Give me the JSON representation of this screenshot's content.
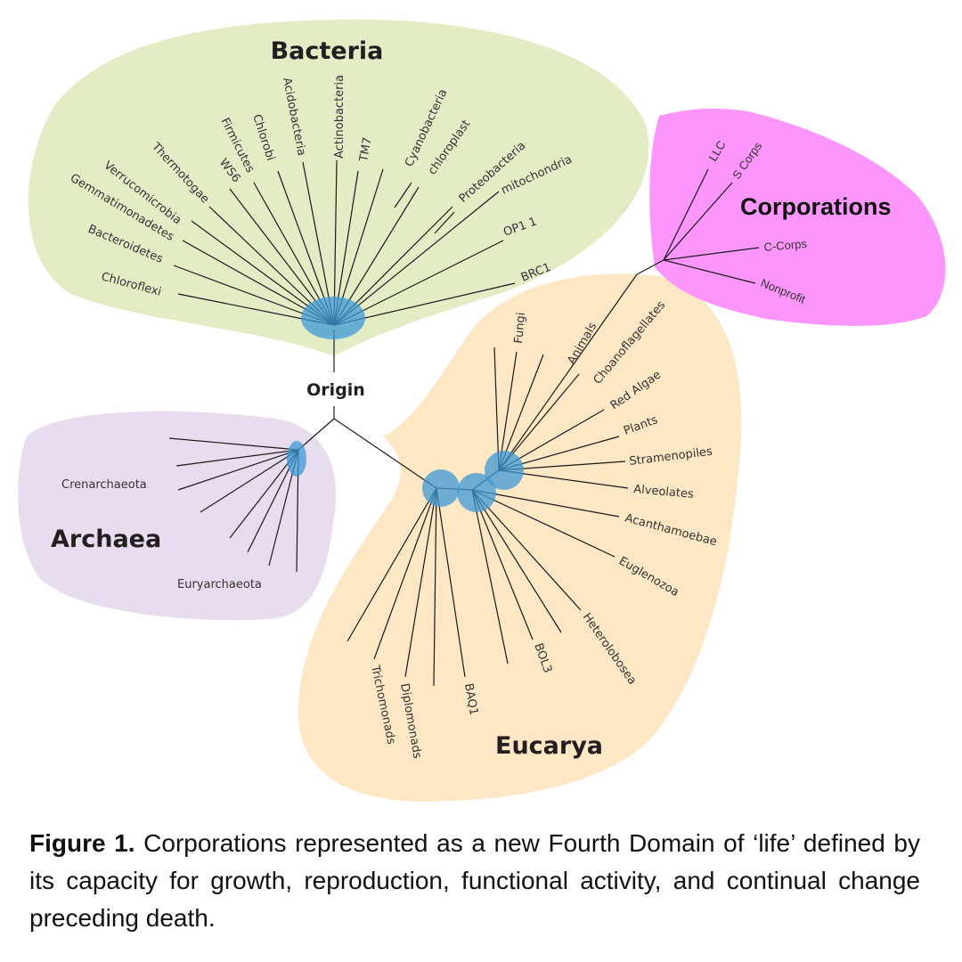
{
  "figure": {
    "domains": {
      "bacteria": {
        "label": "Bacteria",
        "color": "#e4ecc6",
        "leaves": [
          "Chloroflexi",
          "Bacteroidetes",
          "Gemmatimonadetes",
          "Verrucomicrobia",
          "Thermotogae",
          "WS6",
          "Firmicutes",
          "Chlorobi",
          "Acidobacteria",
          "Actinobacteria",
          "TM7",
          "Cyanobacteria",
          "chloroplast",
          "Proteobacteria",
          "mitochondria",
          "OP1 1",
          "BRC1"
        ]
      },
      "archaea": {
        "label": "Archaea",
        "color": "#e8dcef",
        "leaves": [
          "Crenarchaeota",
          "Euryarchaeota"
        ]
      },
      "eucarya": {
        "label": "Eucarya",
        "color": "#fde7c4",
        "leaves": [
          "Fungi",
          "Animals",
          "Choanoflagellates",
          "Red Algae",
          "Plants",
          "Stramenopiles",
          "Alveolates",
          "Acanthamoebae",
          "Euglenozoa",
          "Heterolobosea",
          "BOL3",
          "BAQ1",
          "Diplomonads",
          "Trichomonads"
        ]
      },
      "corporations": {
        "label": "Corporations",
        "color": "#fc95fc",
        "leaves": [
          "LLC",
          "S Corps",
          "C-Corps",
          "Nonprofit"
        ]
      }
    },
    "origin_label": "Origin",
    "node_color": "#3d9ad6"
  },
  "caption": {
    "label": "Figure 1.",
    "text": " Corporations represented as a new Fourth Domain of ‘life’ defined by its capacity for growth, reproduction, functional activity, and continual change preceding death."
  }
}
